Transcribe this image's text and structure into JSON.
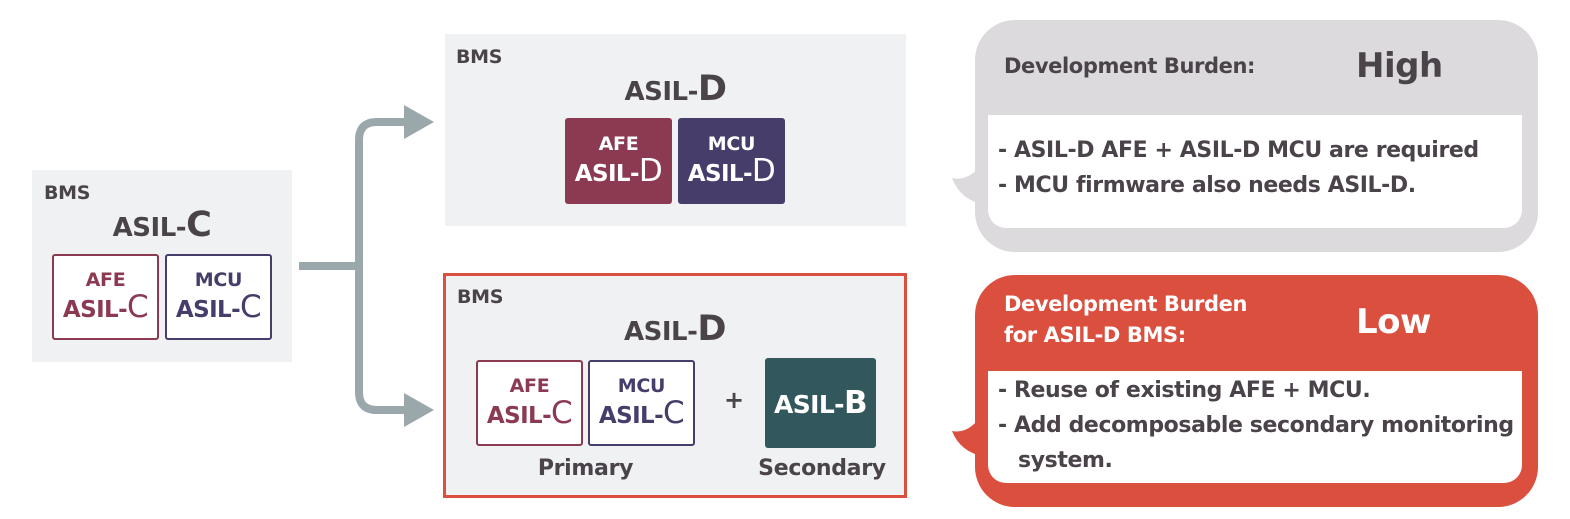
{
  "colors": {
    "afe": "#8b3a52",
    "mcu": "#463d6b",
    "secondary": "#32575c",
    "highlight_red": "#db4f3f",
    "bubble_gray": "#dcdadd",
    "panel_gray": "#f0f1f3",
    "arrow_gray": "#9aa8ac",
    "text_dark": "#4a434a"
  },
  "source": {
    "label": "BMS",
    "asil_prefix": "ASIL-",
    "asil_level": "C",
    "afe": {
      "name": "AFE",
      "prefix": "ASIL-",
      "level": "C"
    },
    "mcu": {
      "name": "MCU",
      "prefix": "ASIL-",
      "level": "C"
    }
  },
  "option_high": {
    "label": "BMS",
    "asil_prefix": "ASIL-",
    "asil_level": "D",
    "afe": {
      "name": "AFE",
      "prefix": "ASIL-",
      "level": "D"
    },
    "mcu": {
      "name": "MCU",
      "prefix": "ASIL-",
      "level": "D"
    },
    "bubble": {
      "heading": "Development Burden:",
      "burden": "High",
      "points": [
        "- ASIL-D AFE + ASIL-D MCU are required",
        "- MCU firmware also needs ASIL-D."
      ]
    }
  },
  "option_low": {
    "label": "BMS",
    "asil_prefix": "ASIL-",
    "asil_level": "D",
    "afe": {
      "name": "AFE",
      "prefix": "ASIL-",
      "level": "C"
    },
    "mcu": {
      "name": "MCU",
      "prefix": "ASIL-",
      "level": "C"
    },
    "plus": "+",
    "secondary": {
      "prefix": "ASIL-",
      "level": "B"
    },
    "primary_caption": "Primary",
    "secondary_caption": "Secondary",
    "bubble": {
      "heading_line1": "Development Burden",
      "heading_line2": "for ASIL-D BMS:",
      "burden": "Low",
      "points": [
        "- Reuse of existing AFE + MCU.",
        "- Add decomposable secondary monitoring",
        "system."
      ]
    }
  }
}
